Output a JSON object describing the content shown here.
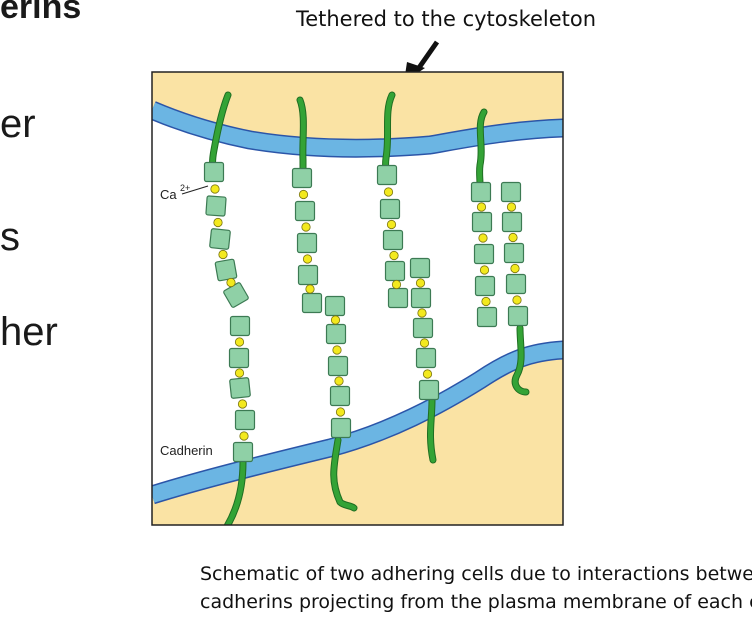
{
  "slide": {
    "title_fragment": "erins",
    "bullet_fragments": [
      "er",
      "s",
      "her"
    ]
  },
  "diagram": {
    "callout_label": "Tethered to the cytoskeleton",
    "ca_label_base": "Ca",
    "ca_label_sup": "2+",
    "cadherin_label": "Cadherin",
    "colors": {
      "cytoplasm": "#fae3a4",
      "membrane_fill": "#6bb5e3",
      "membrane_stroke": "#2b55a8",
      "cadherin_tail": "#34a336",
      "cadherin_tail_dark": "#1f6e22",
      "domain_fill": "#8fd0a6",
      "domain_stroke": "#3c7a53",
      "calcium": "#f3e91e",
      "calcium_stroke": "#7a7412",
      "frame": "#222222"
    }
  },
  "caption": {
    "line1": "Schematic of two adhering cells due to interactions between",
    "line2": "cadherins projecting from the plasma membrane of each cell"
  }
}
